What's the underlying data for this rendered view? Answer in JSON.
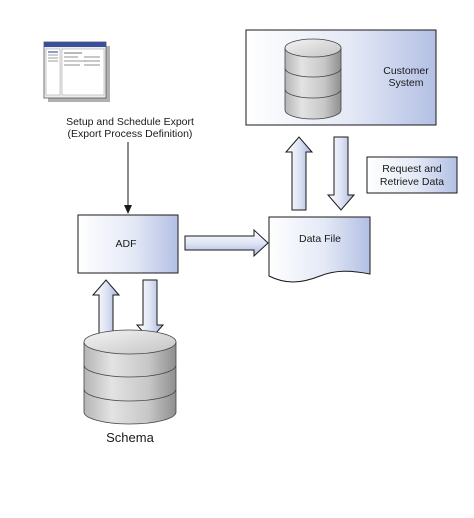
{
  "nodes": {
    "setup_label_line1": "Setup and Schedule Export",
    "setup_label_line2": "(Export Process Definition)",
    "adf_label": "ADF",
    "data_file_label": "Data File",
    "customer_system_line1": "Customer",
    "customer_system_line2": "System",
    "request_retrieve_line1": "Request and",
    "request_retrieve_line2": "Retrieve Data",
    "schema_label": "Schema"
  },
  "colors": {
    "box_gradient_start": "#ffffff",
    "box_gradient_end": "#b8c4e6",
    "border": "#1a1a1a",
    "cylinder_light": "#e0e0e0",
    "cylinder_dark": "#8a8a8a"
  }
}
